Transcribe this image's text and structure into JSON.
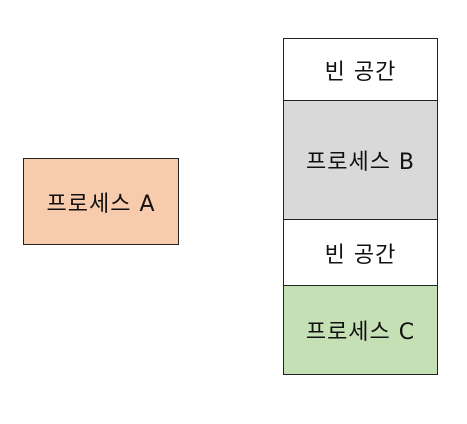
{
  "process_a": {
    "label": "프로세스 A",
    "color": "#F8CBAD"
  },
  "memory": {
    "segments": [
      {
        "label": "빈 공간",
        "color": "#FFFFFF"
      },
      {
        "label": "프로세스 B",
        "color": "#D9D9D9"
      },
      {
        "label": "빈 공간",
        "color": "#FFFFFF"
      },
      {
        "label": "프로세스 C",
        "color": "#C5E0B4"
      }
    ]
  }
}
